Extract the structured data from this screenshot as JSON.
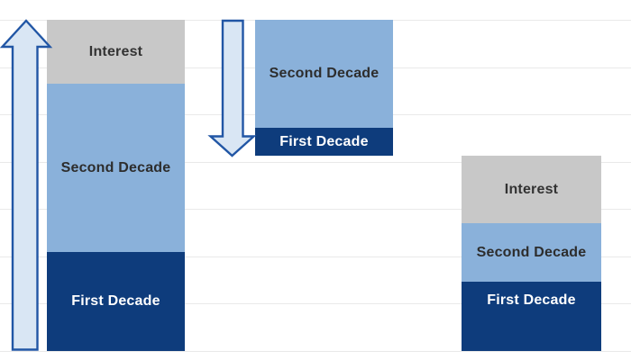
{
  "chart_data": {
    "type": "bar",
    "subtype": "stacked_column_floating",
    "title": "",
    "categories": [
      "",
      "",
      ""
    ],
    "value_axis": {
      "tick_labels_visible": false,
      "gridline_count": 8,
      "ylim": [
        0,
        7
      ],
      "units": "gridline intervals (unlabeled axis)"
    },
    "layout": {
      "background": "#ffffff",
      "gridline_color": "#e9e9e9",
      "grid_on": true,
      "legend": "none; labels drawn inside segments"
    },
    "series_order_bottom_to_top": [
      "First Decade",
      "Second Decade",
      "Interest"
    ],
    "bars": [
      {
        "base": 0,
        "top": 7.0,
        "segments": [
          {
            "label": "First Decade",
            "value": 2.1,
            "color": "#0e3c7c"
          },
          {
            "label": "Second Decade",
            "value": 3.55,
            "color": "#8ab1da"
          },
          {
            "label": "Interest",
            "value": 1.35,
            "color": "#c8c8c8"
          }
        ]
      },
      {
        "base": 4.1,
        "top": 7.0,
        "segments": [
          {
            "label": "First Decade",
            "value": 0.6,
            "color": "#0e3c7c"
          },
          {
            "label": "Second Decade",
            "value": 2.3,
            "color": "#8ab1da"
          }
        ]
      },
      {
        "base": 0,
        "top": 4.1,
        "segments": [
          {
            "label": "First Decade",
            "value": 1.45,
            "color": "#0e3c7c"
          },
          {
            "label": "Second Decade",
            "value": 1.25,
            "color": "#8ab1da"
          },
          {
            "label": "Interest",
            "value": 1.4,
            "color": "#c8c8c8"
          }
        ]
      }
    ],
    "annotations": [
      {
        "type": "arrow",
        "direction": "up",
        "position": "left of first bar, full plot height",
        "fill": "#d9e6f4",
        "stroke": "#2156a5"
      },
      {
        "type": "arrow",
        "direction": "down",
        "position": "left of middle floating bar, ends at its base",
        "fill": "#d9e6f4",
        "stroke": "#2156a5"
      }
    ]
  }
}
